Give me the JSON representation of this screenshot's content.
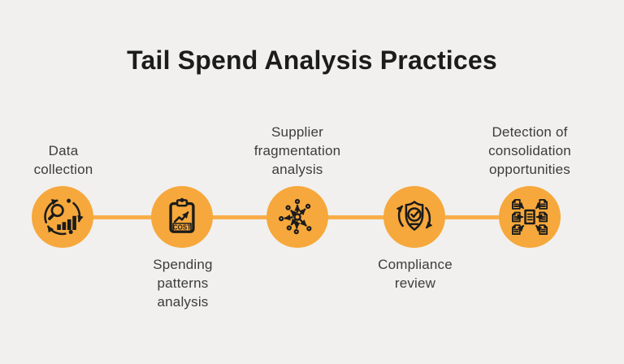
{
  "title": "Tail Spend Analysis Practices",
  "steps": [
    {
      "label": "Data collection",
      "label_position": "above",
      "icon": "data-collection-icon"
    },
    {
      "label": "Spending patterns analysis",
      "label_position": "below",
      "icon": "cost-clipboard-icon"
    },
    {
      "label": "Supplier fragmentation analysis",
      "label_position": "above",
      "icon": "supplier-fragmentation-icon"
    },
    {
      "label": "Compliance review",
      "label_position": "below",
      "icon": "compliance-shield-icon"
    },
    {
      "label": "Detection of consolidation opportunities",
      "label_position": "above",
      "icon": "document-consolidation-icon"
    }
  ],
  "colors": {
    "background": "#f1f0ee",
    "circle_fill": "#f6a83c",
    "connector": "#f8ae49",
    "icon_stroke": "#1b1b1b",
    "title_text": "#1c1c1c",
    "label_text": "#3c3c3c"
  }
}
